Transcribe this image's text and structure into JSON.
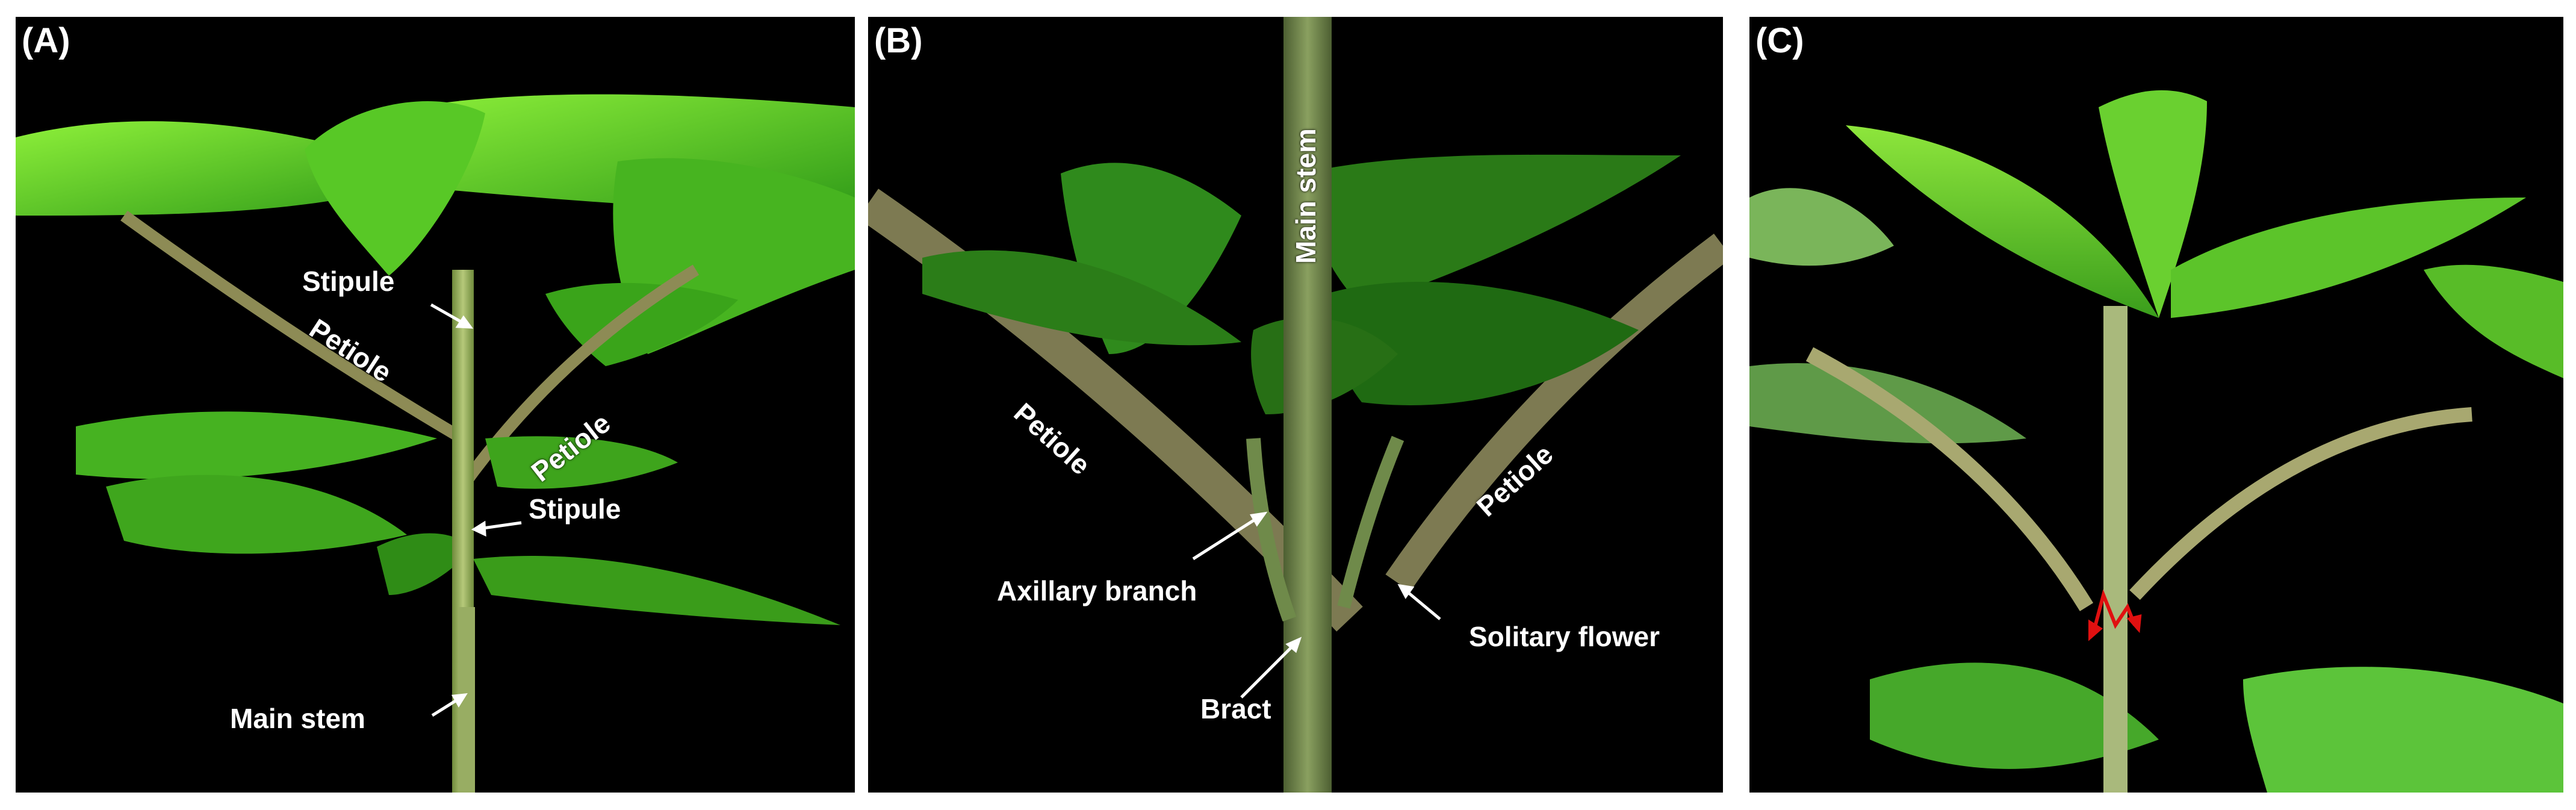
{
  "panels": [
    {
      "label": "(A)",
      "annotations": {
        "stipule_top": "Stipule",
        "petiole_left": "Petiole",
        "petiole_right": "Petiole",
        "stipule_bottom": "Stipule",
        "main_stem": "Main stem"
      }
    },
    {
      "label": "(B)",
      "annotations": {
        "main_stem": "Main stem",
        "petiole_left": "Petiole",
        "petiole_right": "Petiole",
        "axillary_branch": "Axillary branch",
        "bract": "Bract",
        "solitary_flower": "Solitary flower"
      }
    },
    {
      "label": "(C)",
      "annotations": {}
    }
  ],
  "colors": {
    "background": "#000000",
    "leaf_bright": "#6fe02a",
    "leaf_mid": "#3fae1e",
    "leaf_dark": "#1f6f12",
    "stem": "#8aa05a",
    "petiole_brown": "#7d7a52",
    "arrow_red": "#e01010",
    "annotation_text": "#ffffff"
  }
}
